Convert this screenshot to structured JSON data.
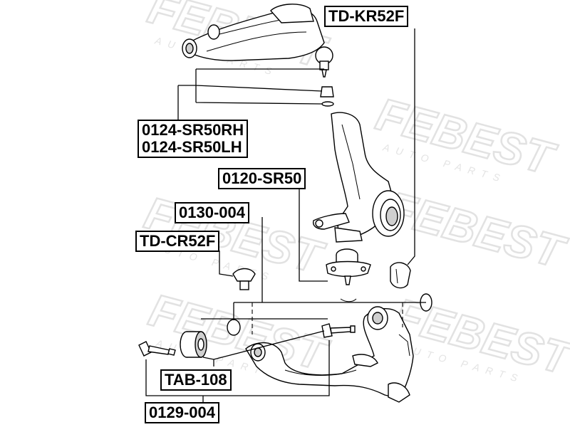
{
  "watermark": {
    "brand": "FEBEST",
    "tagline": "AUTO PARTS"
  },
  "labels": {
    "td_kr52f": "TD-KR52F",
    "upper_arm_rh": "0124-SR50RH",
    "upper_arm_lh": "0124-SR50LH",
    "ball_joint": "0120-SR50",
    "washer": "0130-004",
    "td_cr52f": "TD-CR52F",
    "tab_108": "TAB-108",
    "bolt": "0129-004"
  }
}
